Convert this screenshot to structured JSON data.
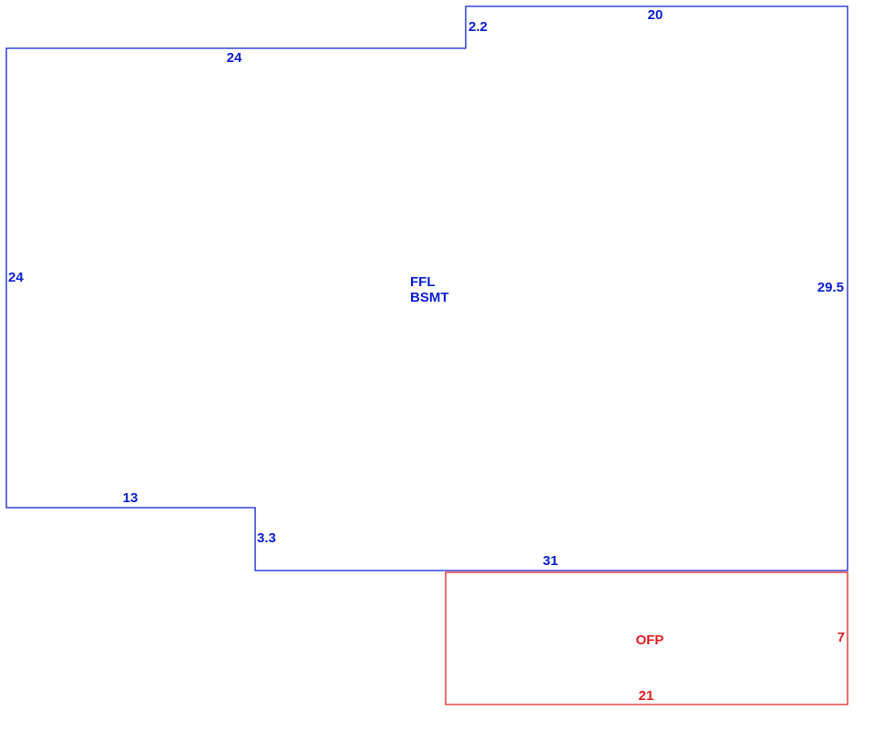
{
  "colors": {
    "main": "#0b1fd0",
    "porch": "#e02020",
    "background": "#ffffff"
  },
  "main_area": {
    "label_line1": "FFL",
    "label_line2": "BSMT",
    "dims": {
      "top_right": "20",
      "step_top": "2.2",
      "top_left": "24",
      "left": "24",
      "right": "29.5",
      "bottom_left": "13",
      "step_bottom": "3.3",
      "bottom": "31"
    }
  },
  "porch_area": {
    "label": "OFP",
    "dims": {
      "right": "7",
      "bottom": "21"
    }
  }
}
